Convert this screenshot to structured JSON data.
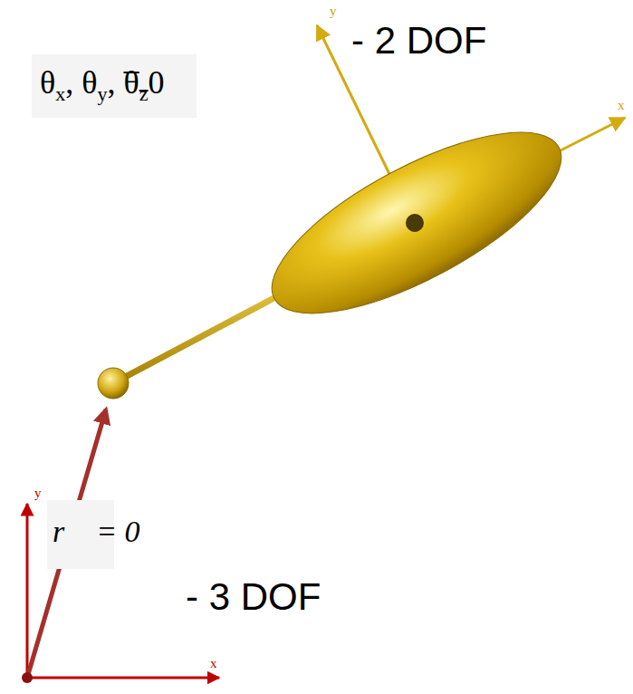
{
  "diagram": {
    "labels": [
      "θ",
      "x",
      ", θ",
      "y",
      ", ",
      "θ",
      "z",
      "0",
      "- 2 DOF",
      "r⃗ = 0",
      "- 3 DOF",
      "y",
      "x",
      "y",
      "x"
    ]
  }
}
